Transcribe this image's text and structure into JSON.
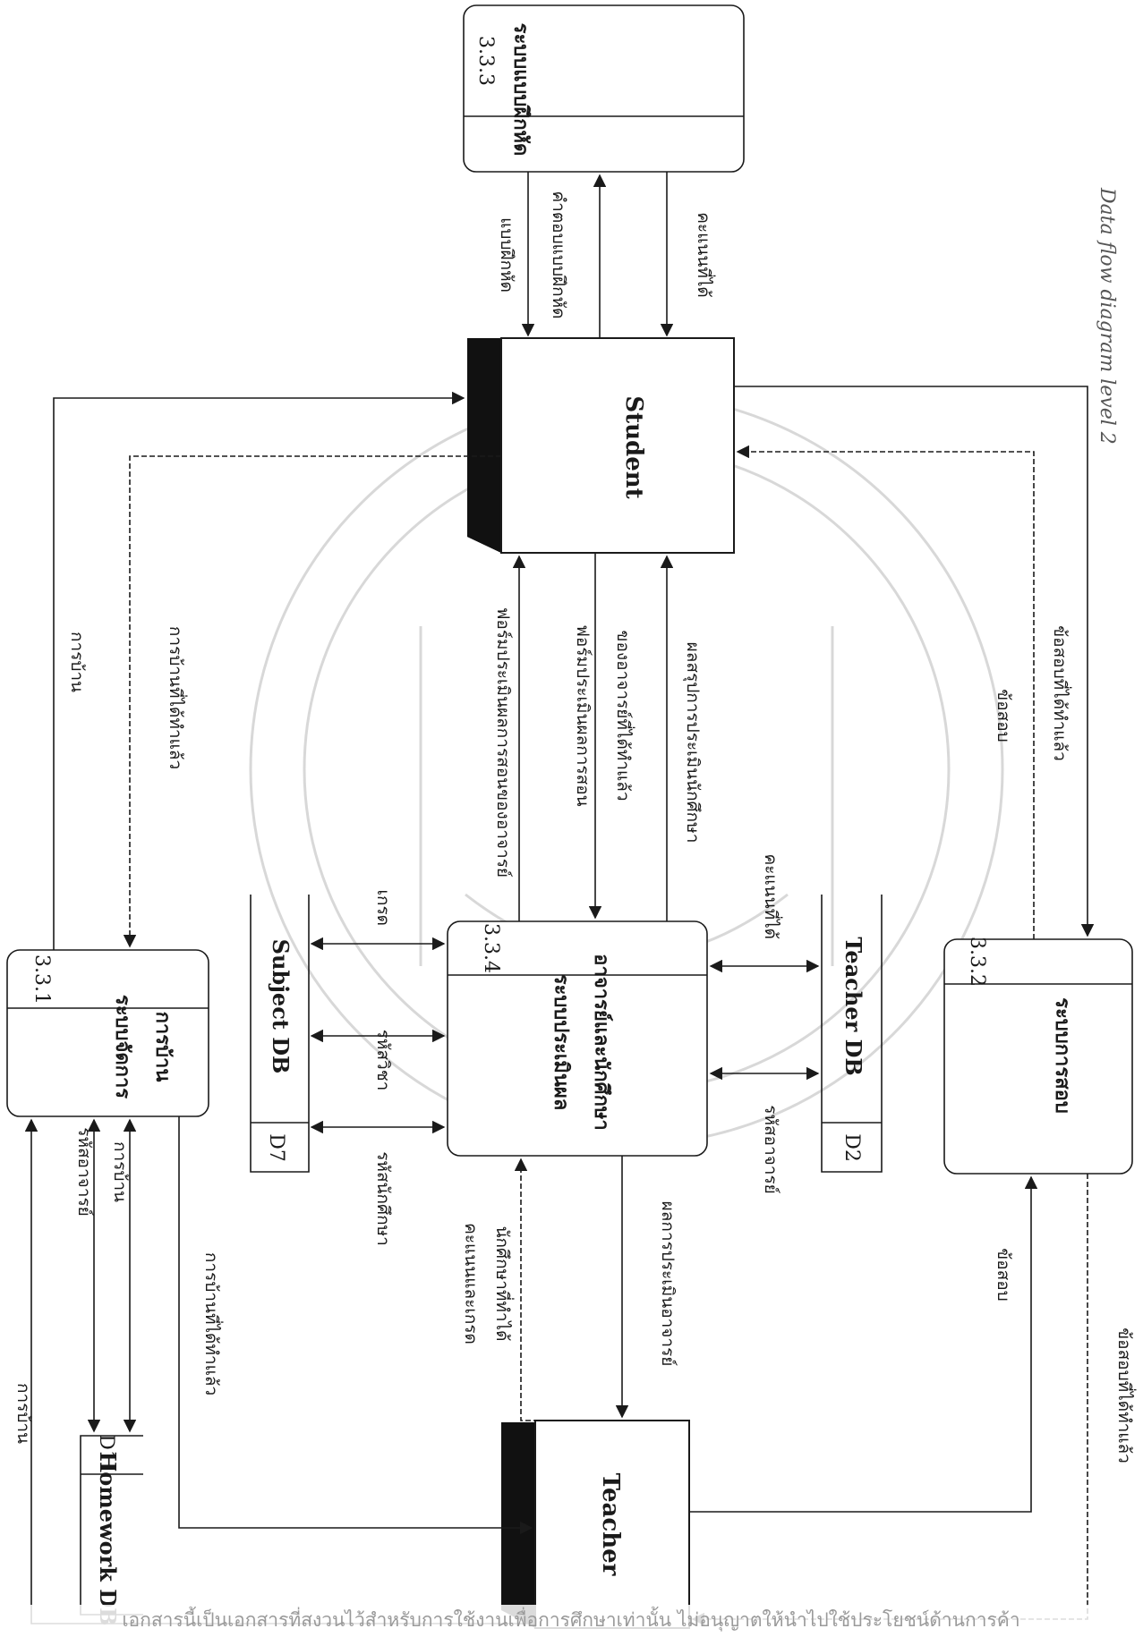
{
  "diagram": {
    "title": "Data flow diagram level 2",
    "processes": [
      {
        "id": "3.3.1",
        "name_line1": "ระบบจัดการ",
        "name_line2": "การบ้าน"
      },
      {
        "id": "3.3.2",
        "name_line1": "ระบบการสอบ",
        "name_line2": ""
      },
      {
        "id": "3.3.3",
        "name_line1": "ระบบแบบฝึกหัด",
        "name_line2": ""
      },
      {
        "id": "3.3.4",
        "name_line1": "ระบบประเมินผล",
        "name_line2": "อาจารย์และนักศึกษา"
      }
    ],
    "entities": {
      "student": "Student",
      "teacher": "Teacher"
    },
    "stores": [
      {
        "id": "D11",
        "name": "Homework DB"
      },
      {
        "id": "D7",
        "name": "Subject DB"
      },
      {
        "id": "D2",
        "name": "Teacher DB"
      }
    ],
    "flows": {
      "homework_top": "การบ้าน",
      "homework_done_top": "การบ้านที่ได้ทำแล้ว",
      "exercise": "แบบฝึกหัด",
      "exercise_answer": "คำตอบแบบฝึกหัด",
      "score_received": "คะแนนที่ได้",
      "teacher_eval_form": "ฟอร์มประเมินผลการสอนของอาจารย์",
      "teaching_eval_form_line1": "ฟอร์มประเมินผลการสอน",
      "teaching_eval_form_line2": "ของอาจารย์ที่ได้ทำแล้ว",
      "student_eval_summary": "ผลสรุปการประเมินนักศึกษา",
      "exam": "ข้อสอบ",
      "exam_done": "ข้อสอบที่ได้ทำแล้ว",
      "grade": "เกรด",
      "subject_code": "รหัสวิชา",
      "student_code": "รหัสนักศึกษา",
      "teacher_score": "คะแนนที่ได้",
      "teacher_code": "รหัสอาจารย์",
      "teacher_code_hw": "รหัสอาจารย์",
      "homework_hw": "การบ้าน",
      "homework_left": "การบ้าน",
      "homework_done_left": "การบ้านที่ได้ทำแล้ว",
      "score_grade_line1": "คะแนนและเกรด",
      "score_grade_line2": "นักศึกษาที่ทำได้",
      "teacher_eval_result": "ผลการประเมินอาจารย์",
      "exam_bottom": "ข้อสอบ",
      "exam_done_bottom": "ข้อสอบที่ได้ทำแล้ว"
    },
    "footer": "เอกสารนี้เป็นเอกสารที่สงวนไว้สำหรับการใช้งานเพื่อการศึกษาเท่านั้น ไม่อนุญาตให้นำไปใช้ประโยชน์ด้านการค้า"
  }
}
